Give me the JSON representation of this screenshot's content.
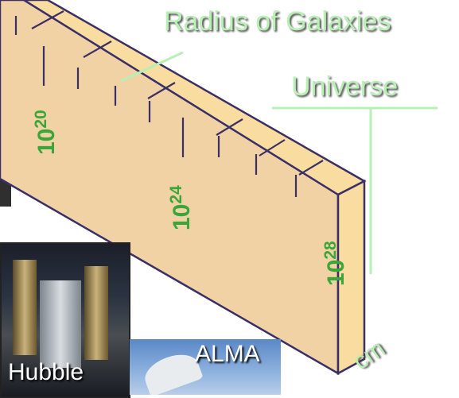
{
  "labels": {
    "radius_of_galaxies": "Radius of Galaxies",
    "universe": "Universe",
    "unit": "cm"
  },
  "scale_ticks": [
    {
      "base": "10",
      "exponent": "20"
    },
    {
      "base": "10",
      "exponent": "24"
    },
    {
      "base": "10",
      "exponent": "28"
    }
  ],
  "photos": {
    "hubble_caption": "Hubble",
    "alma_caption": "ALMA"
  },
  "colors": {
    "ruler_face": "#f1d2a4",
    "ruler_top": "#f8dca0",
    "ruler_edge": "#3b2f66",
    "exponent_text": "#3aa63a",
    "label_text": "#b8f0b4"
  }
}
